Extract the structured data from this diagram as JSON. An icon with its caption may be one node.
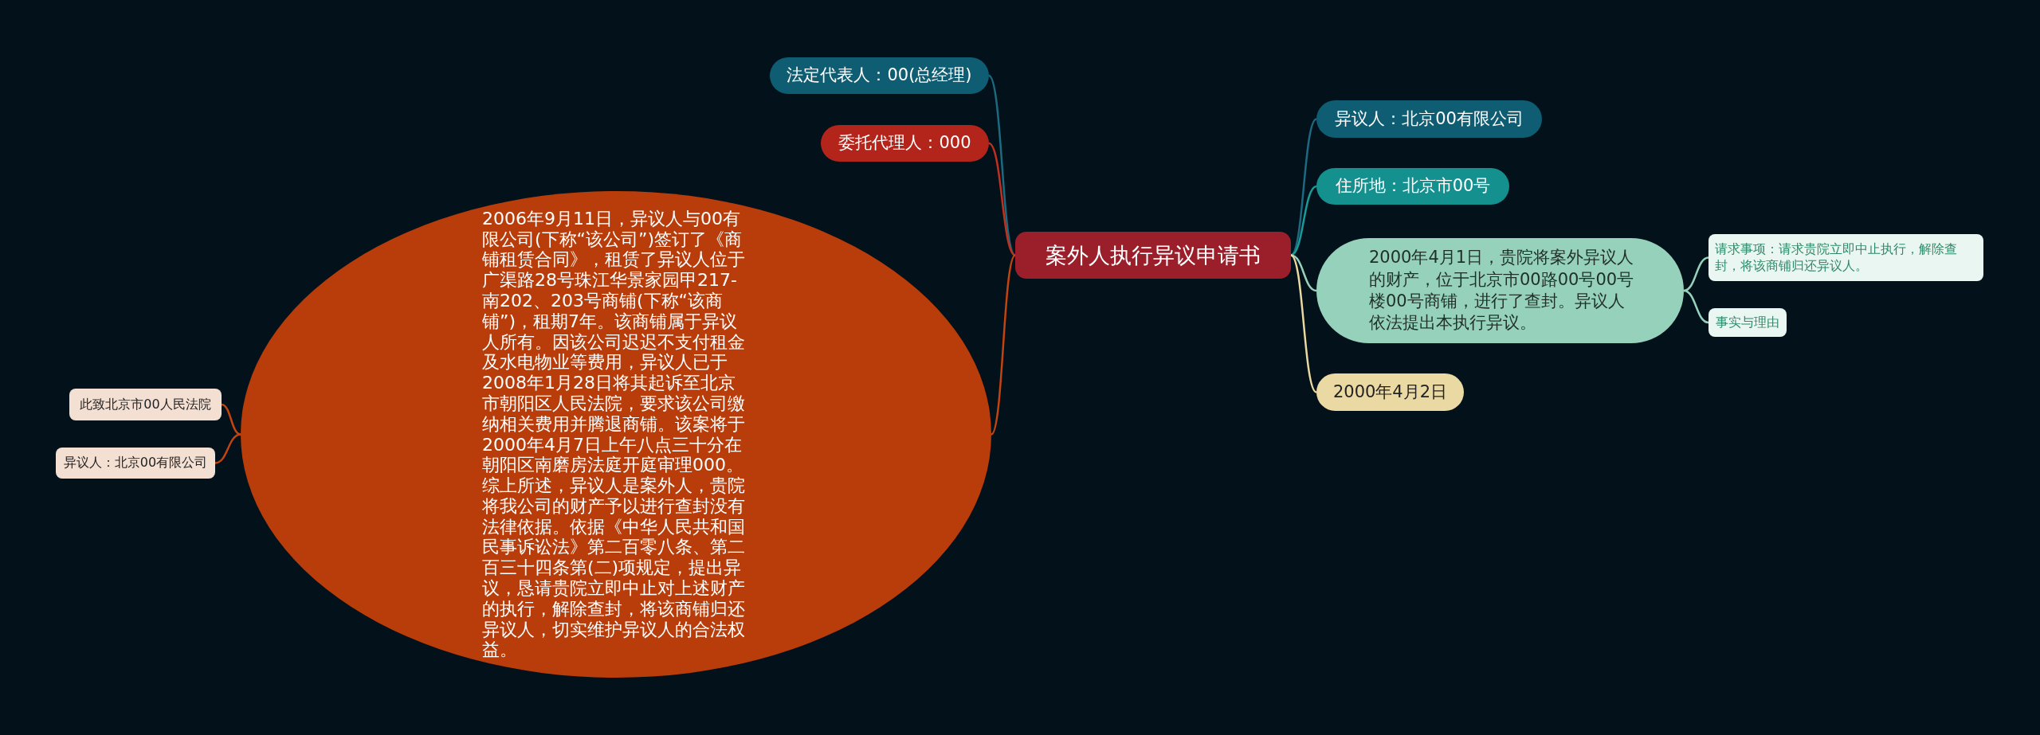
{
  "diagram": {
    "nodes": [
      {
        "text": [
          "案外人执行异议申请书"
        ]
      },
      {
        "text": [
          "法定代表人：00(总经理)"
        ]
      },
      {
        "text": [
          "委托代理人：000"
        ]
      },
      {
        "text": [
          "2006年9月11日，异议人与00有限公司(下称“该公司”)签订了《商铺租赁合同》，租赁了异议人位于广渠路28号珠江华景家园甲217-南202、203号商铺(下称“该商铺”)，租期7年。该商铺属于异议人所有。因该公司迟迟不支付租金及水电物业等费用，异议人已于2008年1月28日将其起诉至北京市朝阳区人民法院，要求该公司缴纳相关费用并腾退商铺。该案将于2000年4月7日上午八点三十分在朝阳区南磨房法庭开庭审理000。综上所述，异议人是案外人，贵院将我公司的财产予以进行查封没有法律依据。依据《中华人民共和国民事诉讼法》第二百零八条、第二百三十四条第(二)项规定，提出异议，恳请贵院立即中止对上述财产的执行，解除查封，将该商铺归还异议人，切实维护异议人的合法权益。"
        ]
      },
      {
        "text": [
          "此致北京市00人民法院"
        ]
      },
      {
        "text": [
          "异议人：北京00有限公司"
        ]
      },
      {
        "text": [
          "异议人：北京00有限公司"
        ]
      },
      {
        "text": [
          "住所地：北京市00号"
        ]
      },
      {
        "text": [
          "2000年4月1日，贵院将案外异议人的财产，位于北京市00路00号00号楼00号商铺，进行了查封。异议人依法提出本执行异议。"
        ]
      },
      {
        "text": [
          "请求事项：请求贵院立即中止执行，解除查封，将该商铺归还异议人。"
        ]
      },
      {
        "text": [
          "事实与理由"
        ]
      },
      {
        "text": [
          "2000年4月2日"
        ]
      }
    ],
    "edges": [
      {
        "from": 0,
        "to": 1,
        "arrow": "none",
        "color": "#1c6a80"
      },
      {
        "from": 0,
        "to": 2,
        "arrow": "none",
        "color": "#c0301e"
      },
      {
        "from": 0,
        "to": 3,
        "arrow": "none",
        "color": "#c2440f"
      },
      {
        "from": 3,
        "to": 4,
        "arrow": "none",
        "color": "#c2440f"
      },
      {
        "from": 3,
        "to": 5,
        "arrow": "none",
        "color": "#c2440f"
      },
      {
        "from": 0,
        "to": 6,
        "arrow": "none",
        "color": "#1c6a80"
      },
      {
        "from": 0,
        "to": 7,
        "arrow": "none",
        "color": "#1a9a98"
      },
      {
        "from": 0,
        "to": 8,
        "arrow": "none",
        "color": "#96d1bb"
      },
      {
        "from": 8,
        "to": 9,
        "arrow": "none",
        "color": "#96d1bb"
      },
      {
        "from": 8,
        "to": 10,
        "arrow": "none",
        "color": "#96d1bb"
      },
      {
        "from": 0,
        "to": 11,
        "arrow": "none",
        "color": "#ebd9a3"
      }
    ]
  }
}
